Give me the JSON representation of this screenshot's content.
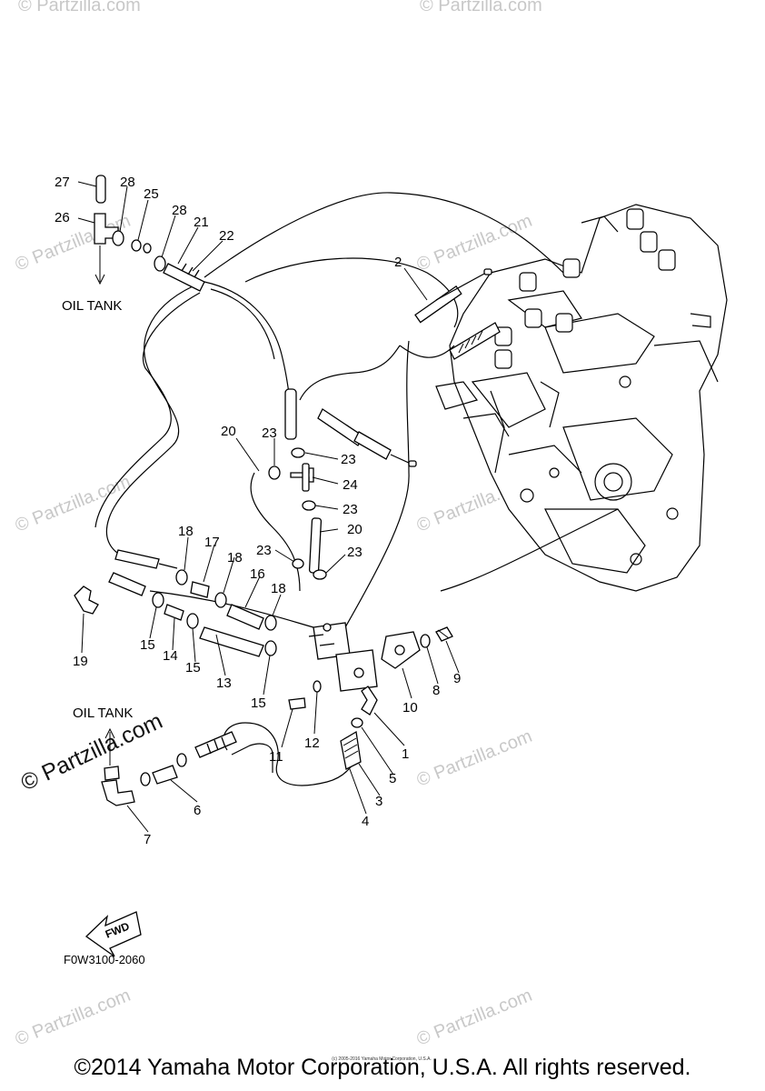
{
  "diagram": {
    "callouts": [
      "27",
      "28",
      "25",
      "28",
      "21",
      "22",
      "26",
      "2",
      "20",
      "23",
      "23",
      "24",
      "23",
      "20",
      "23",
      "23",
      "18",
      "17",
      "18",
      "16",
      "18",
      "19",
      "15",
      "14",
      "15",
      "13",
      "15",
      "10",
      "8",
      "9",
      "11",
      "12",
      "1",
      "5",
      "3",
      "4",
      "6",
      "7"
    ],
    "labels": {
      "oil_tank_top": "OIL TANK",
      "oil_tank_bottom": "OIL TANK",
      "fwd": "FWD",
      "part_code": "F0W3100-2060"
    },
    "watermark": "© Partzilla.com",
    "watermark_large": "© Partzilla.com"
  },
  "footer": {
    "copyright": "©2014 Yamaha Motor Corporation, U.S.A. All rights reserved.",
    "small_print": "(c) 2005-2016 Yamaha Motor Corporation, U.S.A."
  }
}
